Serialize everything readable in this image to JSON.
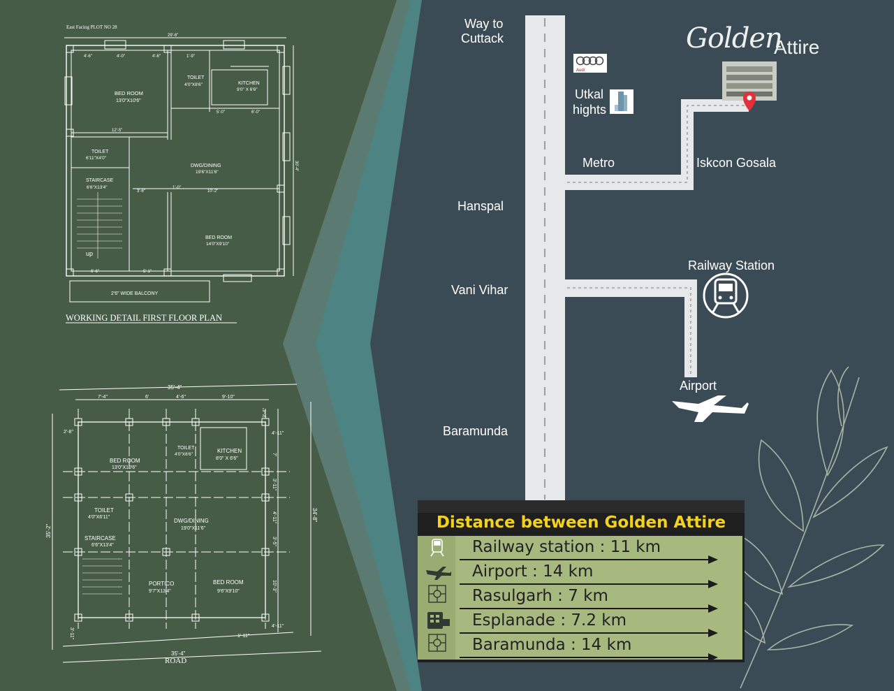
{
  "brand": {
    "script": "Golden",
    "word": "Attire"
  },
  "map": {
    "way_to": "Way to",
    "cuttack": "Cuttack",
    "audi": "Audi",
    "utkal": "Utkal",
    "hights": "hights",
    "metro": "Metro",
    "iskcon": "Iskcon Gosala",
    "hanspal": "Hanspal",
    "vani_vihar": "Vani Vihar",
    "railway_station": "Railway Station",
    "airport": "Airport",
    "baramunda": "Baramunda"
  },
  "distance": {
    "title": "Distance between Golden Attire",
    "rows": [
      {
        "icon": "train-icon",
        "text": "Railway station : 11 km"
      },
      {
        "icon": "airplane-icon",
        "text": "Airport : 14 km"
      },
      {
        "icon": "junction-icon",
        "text": "Rasulgarh : 7 km"
      },
      {
        "icon": "mall-icon",
        "text": "Esplanade : 7.2 km"
      },
      {
        "icon": "junction-icon",
        "text": "Baramunda : 14 km"
      }
    ]
  },
  "plan_first": {
    "plot": "East Facing PLOT NO 28",
    "caption": "WORKING DETAIL FIRST FLOOR PLAN",
    "overall_w": "29'-6\"",
    "overall_h": "30'-4\"",
    "bed1": "BED ROOM",
    "bed1_size": "13'0\"X10'6\"",
    "toilet1": "TOILET",
    "toilet1_size": "4'0\"X8'6\"",
    "kitchen": "KITCHEN",
    "kitchen_size": "9'0\" X 6'6\"",
    "toilet2": "TOILET",
    "toilet2_size": "6'11\"X4'0\"",
    "dining": "DWG/DINING",
    "dining_size": "19'6\"X11'6\"",
    "stair": "STAIRCASE",
    "stair_size": "6'6\"X13'4\"",
    "bed2": "BED ROOM",
    "bed2_size": "14'0\"X9'10\"",
    "balcony": "2'6\" WIDE BALCONY",
    "up": "up",
    "d_4_6": "4'-6\"",
    "d_4_0": "4'-0\"",
    "d_12_5": "12'-5\"",
    "d_4_6b": "4'-6\"",
    "d_1_9": "1'-9\"",
    "d_5_0": "5'-0\"",
    "d_6_0": "6'-0\"",
    "d_10_2": "10'-2\"",
    "d_3_6": "3'-6\"",
    "d_1_0": "1'-0\"",
    "d_6_6": "6'-6\"",
    "d_5_1": "5'-1\""
  },
  "plan_ground": {
    "overall_w": "35'-4\"",
    "overall_h": "34'-8\"",
    "left_h": "35'-2\"",
    "road": "ROAD",
    "bottom_w": "35'-4\"",
    "d_7_4": "7'-4\"",
    "d_6": "6'",
    "d_4_6": "4'-6\"",
    "d_9_10": "9'-10\"",
    "d_2_8": "2'-8\"",
    "d_3_4": "3'-4\"",
    "d_4_11a": "4'-11\"",
    "d_7": "7'",
    "d_3_11": "3'-11\"",
    "d_4_11b": "4'-11\"",
    "d_3_5": "3'-5\"",
    "d_10_3": "10'-3\"",
    "d_4_11c": "4'-11\"",
    "d_1_11": "1'-11\"",
    "d_3_11b": "3'-11\"",
    "bed1": "BED ROOM",
    "bed1_size": "13'0\"X10'6\"",
    "toilet1": "TOILET",
    "toilet1_size": "4'0\"X6'6\"",
    "kitchen": "KITCHEN",
    "kitchen_size": "8'0\" X 6'6\"",
    "toilet2": "TOILET",
    "toilet2_size": "4'0\"X6'11\"",
    "dining": "DWG/DINING",
    "dining_size": "19'0\"X11'6\"",
    "stair": "STAIRCASE",
    "stair_size": "6'6\"X13'4\"",
    "portico": "PORTICO",
    "portico_size": "9'7\"X13'4\"",
    "bed2": "BED ROOM",
    "bed2_size": "9'6\"X9'10\""
  },
  "colors": {
    "left_bg": "#475c46",
    "map_bg": "#3b4b56",
    "road": "#e6e8ea",
    "accent_yellow": "#f2d21e",
    "panel_green": "#a7b97f",
    "pin_red": "#e2313a",
    "chevron_1": "#5b7a72",
    "chevron_2": "#4e8383"
  }
}
